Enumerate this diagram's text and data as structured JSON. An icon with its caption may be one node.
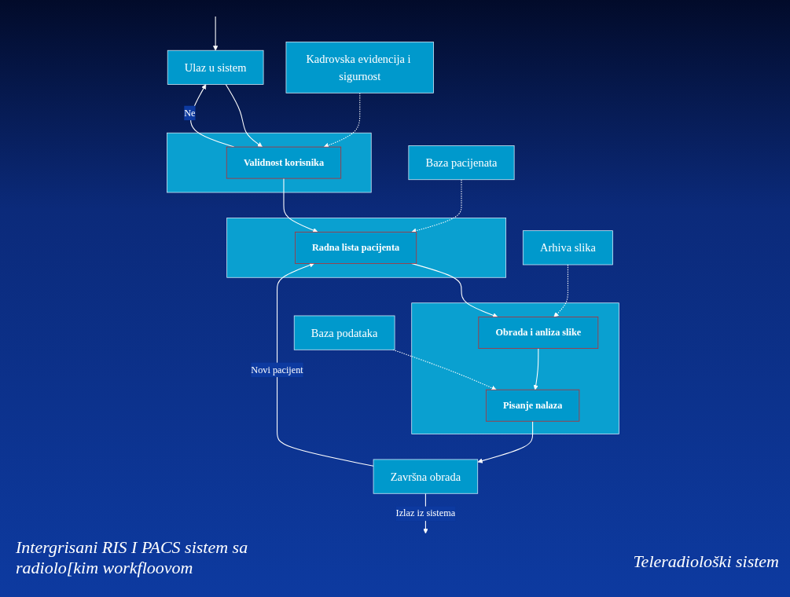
{
  "diagram": {
    "nodes": [
      {
        "text": [
          "Ulaz u sistem"
        ]
      },
      {
        "text": [
          "Kadrovska evidencija i sigurnost"
        ]
      },
      {
        "text": [],
        "shape": "box"
      },
      {
        "text": [
          "Validnost korisnika"
        ],
        "in": 2
      },
      {
        "text": [
          "Baza pacijenata"
        ]
      },
      {
        "text": [],
        "shape": "box"
      },
      {
        "text": [
          "Radna lista pacijenta"
        ],
        "in": 5
      },
      {
        "text": [
          "Arhiva slika"
        ]
      },
      {
        "text": [],
        "shape": "box"
      },
      {
        "text": [
          "Obrada i anliza slike"
        ],
        "in": 8
      },
      {
        "text": [
          "Baza podataka"
        ]
      },
      {
        "text": [
          "Pisanje nalaza"
        ],
        "in": 8
      },
      {
        "text": [
          "Završna obrada"
        ]
      }
    ],
    "edges": [
      {
        "from": null,
        "to": 0,
        "arrow": "to"
      },
      {
        "from": 0,
        "to": 3,
        "arrow": "to"
      },
      {
        "from": 3,
        "to": 0,
        "arrow": "to",
        "label": "Ne"
      },
      {
        "from": 1,
        "to": 3,
        "arrow": "to",
        "style": "dashed"
      },
      {
        "from": 3,
        "to": 6,
        "arrow": "to"
      },
      {
        "from": 4,
        "to": 6,
        "arrow": "to",
        "style": "dashed"
      },
      {
        "from": 6,
        "to": 9,
        "arrow": "to"
      },
      {
        "from": 7,
        "to": 9,
        "arrow": "to",
        "style": "dashed"
      },
      {
        "from": 9,
        "to": 11,
        "arrow": "to"
      },
      {
        "from": 10,
        "to": 11,
        "arrow": "to",
        "style": "dashed"
      },
      {
        "from": 11,
        "to": 12,
        "arrow": "to"
      },
      {
        "from": 12,
        "to": 6,
        "arrow": "to",
        "label": "Novi pacijent"
      },
      {
        "from": 12,
        "to": null,
        "arrow": "to",
        "label": "Izlaz iz sistema"
      }
    ],
    "labels": [
      "Intergrisani RIS I PACS sistem sa radiolo[kim workfloovom",
      "Teleradiološki sistem"
    ]
  }
}
